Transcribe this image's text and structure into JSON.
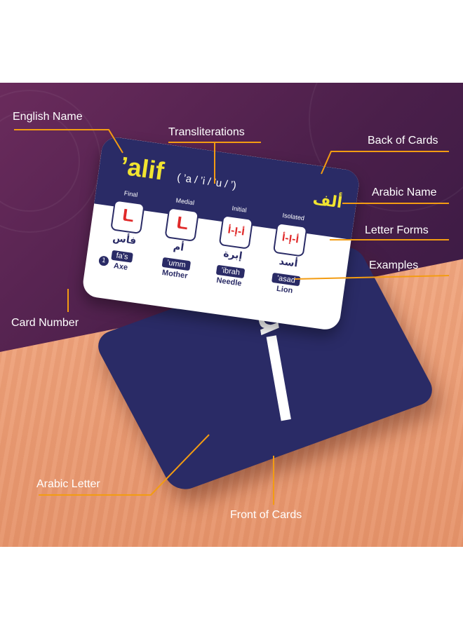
{
  "labels": {
    "english_name": "English Name",
    "transliterations": "Transliterations",
    "back_of_cards": "Back of Cards",
    "arabic_name": "Arabic Name",
    "letter_forms": "Letter Forms",
    "examples": "Examples",
    "card_number": "Card Number",
    "arabic_letter": "Arabic Letter",
    "front_of_cards": "Front of Cards"
  },
  "card_back": {
    "english_name": "’alif",
    "transliterations": "( ’a / ’i / ’u / ’)",
    "arabic_name": "ألف",
    "forms": [
      {
        "label": "Final",
        "glyph": "ـا"
      },
      {
        "label": "Medial",
        "glyph": "ـا"
      },
      {
        "label": "Initial",
        "glyph": "أ-إ-أ"
      },
      {
        "label": "Isolated",
        "glyph": "أ-إ-أ"
      }
    ],
    "examples": [
      {
        "arabic": "فأس",
        "translit": "fa’s",
        "english": "Axe"
      },
      {
        "arabic": "أم",
        "translit": "’umm",
        "english": "Mother"
      },
      {
        "arabic": "إبرة",
        "translit": "’ibrah",
        "english": "Needle"
      },
      {
        "arabic": "أسد",
        "translit": "’asad",
        "english": "Lion"
      }
    ],
    "card_number": "1"
  },
  "card_front": {
    "letter": "أ"
  },
  "colors": {
    "card_navy": "#2a2b66",
    "accent_yellow": "#f1e430",
    "letter_red": "#e02a2a",
    "callout_orange": "#f39c12",
    "bg_purple": "#4a1f4a",
    "bg_wood": "#e89a74"
  }
}
